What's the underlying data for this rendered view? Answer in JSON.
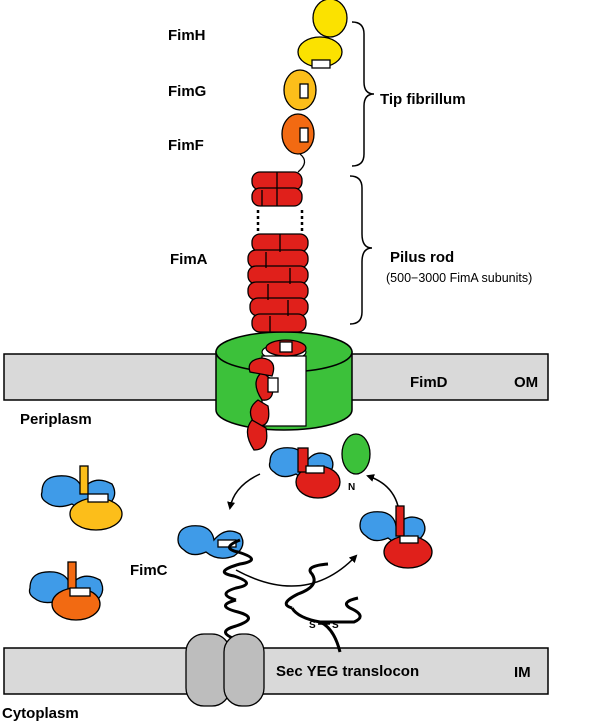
{
  "labels": {
    "fimh": "FimH",
    "fimg": "FimG",
    "fimf": "FimF",
    "fima": "FimA",
    "tip_fibrillum": "Tip fibrillum",
    "pilus_rod": "Pilus rod",
    "pilus_rod_note": "(500−3000 FimA subunits)",
    "fimd": "FimD",
    "om": "OM",
    "periplasm": "Periplasm",
    "fimc": "FimC",
    "n_terminus": "N",
    "sec_translocon": "Sec YEG translocon",
    "im": "IM",
    "cytoplasm": "Cytoplasm",
    "disulfide_s1": "S",
    "disulfide_s2": "S"
  },
  "colors": {
    "fimh": "#fbe200",
    "fimg": "#fcbe1a",
    "fimf": "#f26a12",
    "fima": "#e0201b",
    "fimc": "#3f9be8",
    "fimd": "#3cc13a",
    "membrane": "#d9d9d9",
    "translocon": "#bdbdbd"
  }
}
